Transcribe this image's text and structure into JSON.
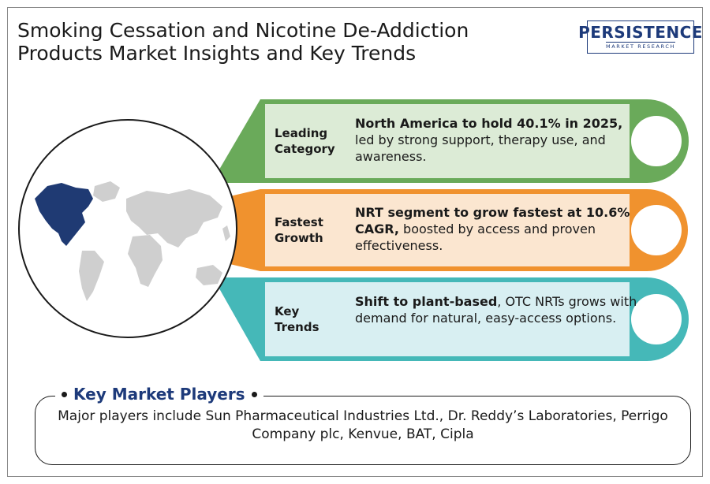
{
  "title": {
    "line1": "Smoking Cessation and Nicotine De-Addiction",
    "line2": "Products Market Insights and Key Trends"
  },
  "logo": {
    "word": "PERSISTENCE",
    "sub": "MARKET RESEARCH"
  },
  "cards": [
    {
      "label_line1": "Leading",
      "label_line2": "Category",
      "bold": "North America to hold 40.1% in 2025,",
      "text": " led by strong support, therapy use, and awareness.",
      "color": "#6aaa5a",
      "fill": "#dcebd6"
    },
    {
      "label_line1": "Fastest",
      "label_line2": "Growth",
      "bold": "NRT segment to grow fastest at 10.6% CAGR,",
      "text": " boosted by access and proven effectiveness.",
      "color": "#f0922e",
      "fill": "#fbe6d0"
    },
    {
      "label_line1": "Key",
      "label_line2": "Trends",
      "bold": "Shift to plant-based",
      "text": ", OTC NRTs grows with demand for natural, easy-access options.",
      "color": "#45b8b8",
      "fill": "#d8eff2"
    }
  ],
  "map": {
    "highlight_color": "#1f3a73",
    "land_color": "#cfcfcf",
    "icon": "world-map-north-america-highlighted"
  },
  "players": {
    "title": "Key Market Players",
    "text": "Major players include Sun Pharmaceutical Industries Ltd., Dr. Reddy’s Laboratories, Perrigo Company plc, Kenvue, BAT, Cipla"
  }
}
